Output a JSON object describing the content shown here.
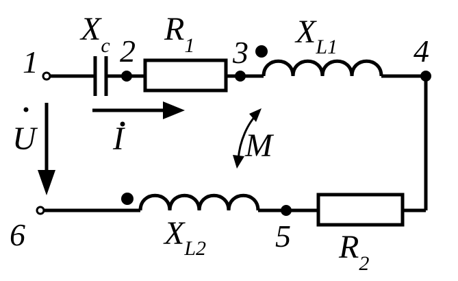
{
  "nodes": {
    "n1": "1",
    "n2": "2",
    "n3": "3",
    "n4": "4",
    "n5": "5",
    "n6": "6"
  },
  "components": {
    "capacitor": {
      "symbol": "X",
      "sub": "c"
    },
    "resistor1": {
      "symbol": "R",
      "sub": "1"
    },
    "inductor1": {
      "symbol": "X",
      "sub": "L1"
    },
    "resistor2": {
      "symbol": "R",
      "sub": "2"
    },
    "inductor2": {
      "symbol": "X",
      "sub": "L2"
    }
  },
  "voltage_label": "U",
  "current_label": "I",
  "mutual_label": "M",
  "dot_marker": "•"
}
